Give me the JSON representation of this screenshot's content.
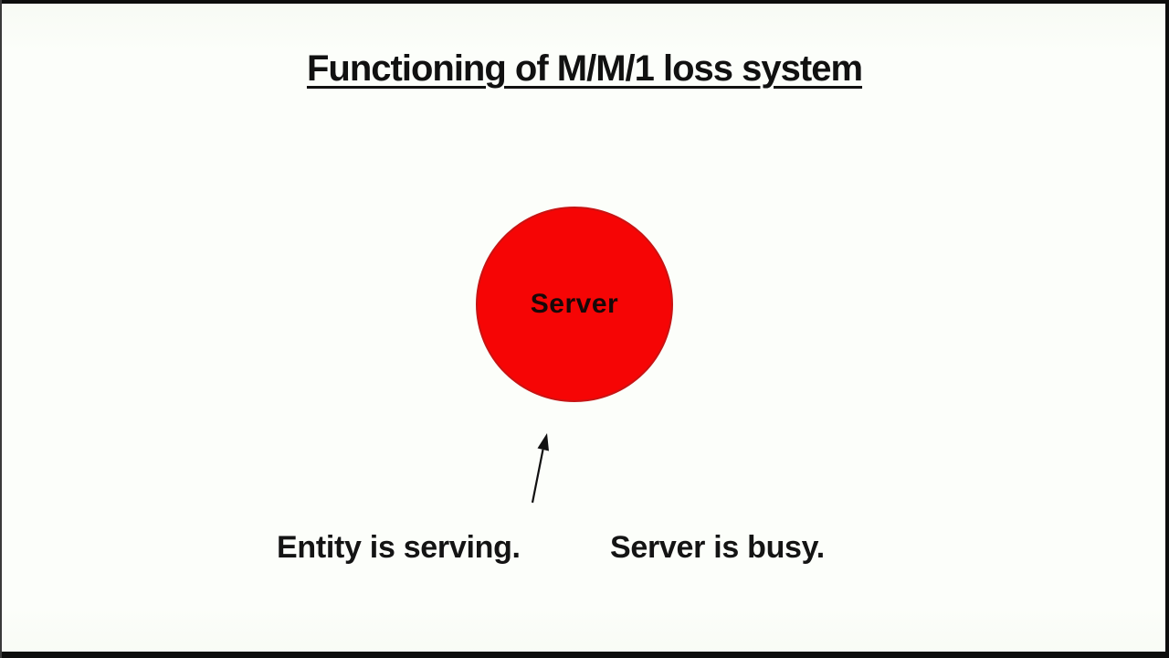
{
  "window": {
    "background_color": "#fbfdf8",
    "frame_color": "#0d0d0d"
  },
  "title": {
    "text": "Functioning of M/M/1 loss system"
  },
  "diagram": {
    "server_node": {
      "label": "Server",
      "fill_color": "#f60505",
      "edge_color": "#c81414",
      "label_color": "#170808"
    },
    "arrow": {
      "icon": "up-arrow",
      "color": "#111111",
      "points_to": "Server"
    }
  },
  "captions": {
    "entity_serving": "Entity is serving.",
    "server_busy": "Server is busy."
  }
}
